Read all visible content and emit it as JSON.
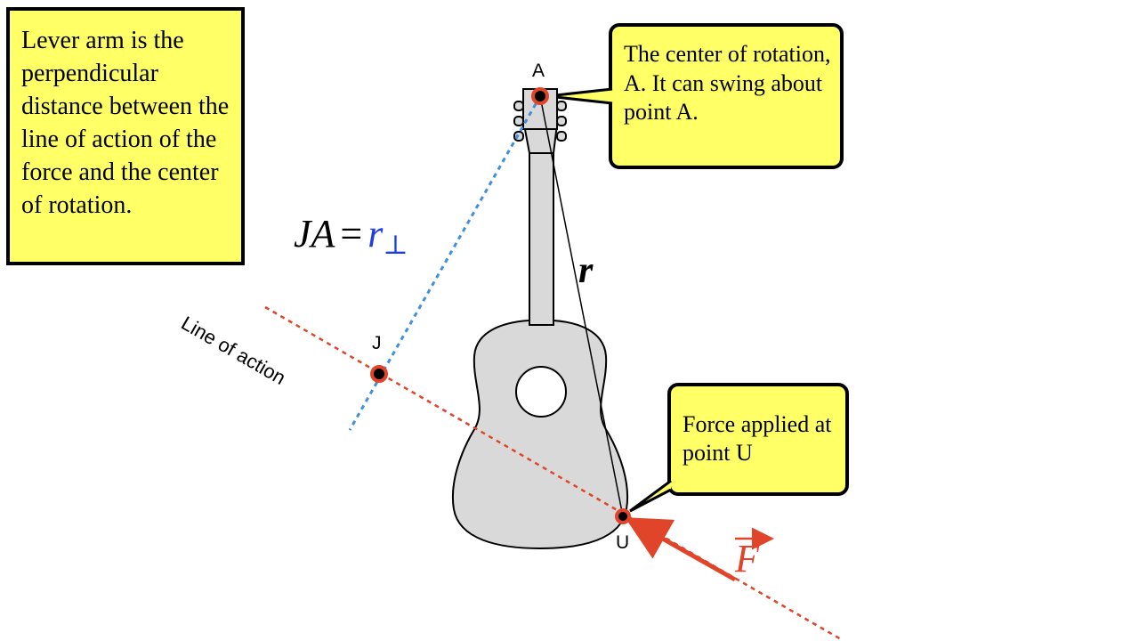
{
  "callouts": {
    "lever_arm": "Lever arm is the perpendicular distance between the line of action of the force and the center of rotation.",
    "center_of_rotation": "The center of rotation, A.  It can swing about point A.",
    "force_applied": "Force applied at point U"
  },
  "points": {
    "A": "A",
    "J": "J",
    "U": "U"
  },
  "line_of_action_label": "Line of action",
  "equation": {
    "lhs": "JA",
    "op": "=",
    "rhs": "r",
    "sub": "⊥"
  },
  "r_label": "r",
  "force_label": "F",
  "colors": {
    "callout_fill": "#ffff66",
    "guitar_fill": "#d9d9d9",
    "force_red": "#e0452a",
    "lever_blue": "#3f8fe0",
    "perp_blue": "#1f3fe0"
  }
}
